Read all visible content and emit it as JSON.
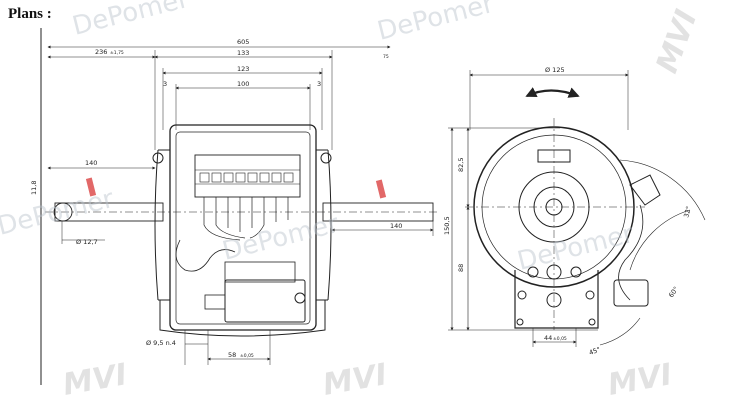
{
  "heading": "Plans :",
  "side_view": {
    "dims": {
      "overall": "605",
      "left_shaft": "236",
      "left_shaft_tol": "±1,75",
      "right_shaft_tol": "75",
      "frame_outer": "133",
      "frame_mid": "123",
      "frame_inner": "100",
      "offset_left": "3",
      "offset_right": "3",
      "left_140": "140",
      "right_140": "140",
      "shaft_dia": "Ø 12,7",
      "height_11": "11,8",
      "hole": "Ø 9,5 n.4",
      "base": "58",
      "base_tol": "±0,05"
    }
  },
  "front_view": {
    "dims": {
      "top_dia": "Ø 125",
      "h_82": "82,5",
      "h_150": "150,5",
      "h_88": "88",
      "bottom_44": "44",
      "bottom_44_tol": "±0,05",
      "angle_32": "32°",
      "angle_60": "60°",
      "angle_45": "45°"
    }
  },
  "watermarks": {
    "depomer_1": "DePomer",
    "depomer_2": "DePomer",
    "depomer_3": "DePomer",
    "depomer_4": "DePomer",
    "depomer_5": "DePomer",
    "mvi_1": "MVI",
    "mvi_2": "MVI",
    "mvi_3": "MVI",
    "mvi_4": "MVI"
  },
  "colors": {
    "line": "#222222",
    "watermark": "#b9c2cc",
    "accent": "#d62828"
  }
}
